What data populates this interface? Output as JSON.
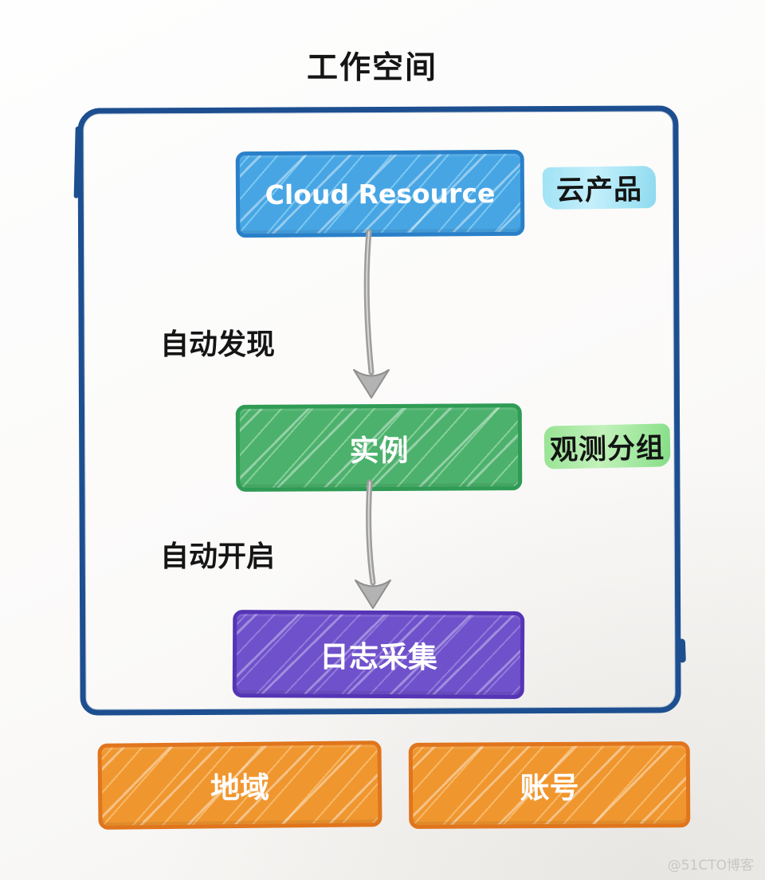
{
  "title": "工作空间",
  "workspace": {
    "boundary_color": "#1d4f90",
    "arrow_color": "#9d9d9d",
    "nodes": {
      "cloud": {
        "label": "Cloud Resource",
        "fill": "#47a5e4",
        "border": "#2a80c8",
        "tag": "云产品",
        "tag_highlight": "#a8e6f6"
      },
      "instance": {
        "label": "实例",
        "fill": "#4cb16c",
        "border": "#2f9b55",
        "tag": "观测分组",
        "tag_highlight": "#a3e79c"
      },
      "log": {
        "label": "日志采集",
        "fill": "#6f51cb",
        "border": "#5535b5"
      }
    },
    "edges": {
      "discover": {
        "label": "自动发现"
      },
      "enable": {
        "label": "自动开启"
      }
    }
  },
  "external": {
    "region": {
      "label": "地域",
      "fill": "#f0962f",
      "border": "#e0751d"
    },
    "account": {
      "label": "账号",
      "fill": "#f0962f",
      "border": "#e0751d"
    }
  },
  "watermark": "@51CTO博客"
}
